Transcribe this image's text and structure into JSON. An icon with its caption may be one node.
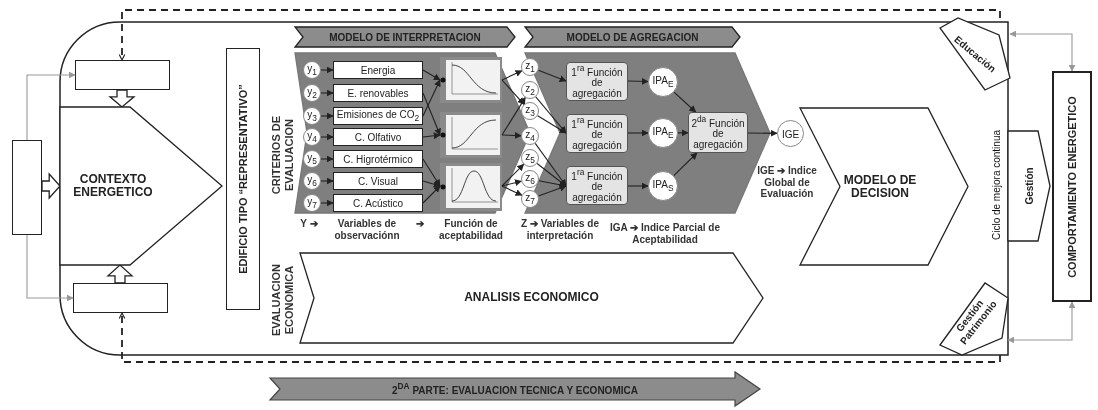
{
  "diagram": {
    "nodes": [
      {
        "text": [],
        "shape": "box"
      },
      {
        "text": [],
        "shape": "box"
      },
      {
        "text": [],
        "shape": "box",
        "in": 0
      },
      {
        "text": [],
        "shape": "box",
        "in": 0
      },
      {
        "text": [
          "CONTEXTO ENERGETICO"
        ],
        "in": 0
      },
      {
        "text": [
          "EDIFICIO TIPO “REPRESENTATIVO”"
        ],
        "in": 0
      },
      {
        "text": [
          "MODELO DE INTERPRETACION"
        ],
        "in": 0
      },
      {
        "text": [
          "MODELO DE AGREGACION"
        ],
        "in": 0
      },
      {
        "text": [],
        "shape": "chevron",
        "in": 0
      },
      {
        "text": [
          "y$_{1}$"
        ],
        "in": 8
      },
      {
        "text": [
          "y$_{2}$"
        ],
        "in": 8
      },
      {
        "text": [
          "y$_{3}$"
        ],
        "in": 8
      },
      {
        "text": [
          "y$_{4}$"
        ],
        "in": 8
      },
      {
        "text": [
          "y$_{5}$"
        ],
        "in": 8
      },
      {
        "text": [
          "y$_{6}$"
        ],
        "in": 8
      },
      {
        "text": [
          "y$_{7}$"
        ],
        "in": 8
      },
      {
        "text": [
          "Energia"
        ],
        "in": 8
      },
      {
        "text": [
          "E. renovables"
        ],
        "in": 8
      },
      {
        "text": [
          "Emisiones de CO$_{2}$"
        ],
        "in": 8
      },
      {
        "text": [
          "C. Olfativo"
        ],
        "in": 8
      },
      {
        "text": [
          "C. Higrotérmico"
        ],
        "in": 8
      },
      {
        "text": [
          "C. Visual"
        ],
        "in": 8
      },
      {
        "text": [
          "C. Acústico"
        ],
        "in": 8
      },
      {
        "text": [],
        "shape": "picture",
        "in": 8
      },
      {
        "text": [],
        "shape": "picture",
        "in": 8
      },
      {
        "text": [],
        "shape": "picture",
        "in": 8
      },
      {
        "text": [],
        "shape": "chevron",
        "in": 0
      },
      {
        "text": [
          "z$_{1}$"
        ],
        "in": 0
      },
      {
        "text": [
          "z$_{2}$"
        ],
        "in": 0
      },
      {
        "text": [
          "z$_{3}$"
        ],
        "in": 0
      },
      {
        "text": [
          "z$_{4}$"
        ],
        "in": 0
      },
      {
        "text": [
          "z$_{5}$"
        ],
        "in": 0
      },
      {
        "text": [
          "z$_{6}$"
        ],
        "in": 0
      },
      {
        "text": [
          "z$_{7}$"
        ],
        "in": 0
      },
      {
        "text": [
          "1$^{ra}$ Función de agregación"
        ],
        "in": 26
      },
      {
        "text": [
          "1$^{ra}$ Función de agregación"
        ],
        "in": 26
      },
      {
        "text": [
          "1$^{ra}$ Función de agregación"
        ],
        "in": 26
      },
      {
        "text": [
          "IPA$_{E}$"
        ],
        "in": 26
      },
      {
        "text": [
          "IPA$_{E}$"
        ],
        "in": 26
      },
      {
        "text": [
          "IPA$_{S}$"
        ],
        "in": 26
      },
      {
        "text": [
          "2$^{da}$ Función de agregación"
        ],
        "in": 26
      },
      {
        "text": [
          "IGE"
        ],
        "in": 0
      },
      {
        "text": [
          "ANALISIS ECONOMICO"
        ],
        "in": 0
      },
      {
        "text": [
          "MODELO DE DECISION"
        ],
        "in": 0
      },
      {
        "text": [
          "Educación"
        ],
        "in": 0
      },
      {
        "text": [
          "Gestión Patrimonio"
        ],
        "in": 0
      },
      {
        "text": [
          "Gestión"
        ]
      },
      {
        "text": [
          "COMPORTAMIENTO ENERGETICO"
        ]
      },
      {
        "text": [
          "2$^{DA}$ PARTE: EVALUACION TECNICA Y ECONOMICA"
        ]
      }
    ],
    "edges": [
      {
        "from": 1,
        "to": 2,
        "arrow": "to",
        "color": "#999999"
      },
      {
        "from": 1,
        "to": 3,
        "arrow": "to",
        "color": "#999999"
      },
      {
        "from": 1,
        "to": 4,
        "arrow": "to",
        "style": "thick"
      },
      {
        "from": 2,
        "to": 4,
        "arrow": "to",
        "style": "thick"
      },
      {
        "from": 3,
        "to": 4,
        "arrow": "to",
        "style": "thick"
      },
      {
        "from": 44,
        "to": 2,
        "arrow": "to",
        "style": "dashed"
      },
      {
        "from": 45,
        "to": 3,
        "arrow": "to",
        "style": "dashed"
      },
      {
        "from": 9,
        "to": 16,
        "arrow": "to"
      },
      {
        "from": 10,
        "to": 17,
        "arrow": "to"
      },
      {
        "from": 11,
        "to": 18,
        "arrow": "to"
      },
      {
        "from": 12,
        "to": 19,
        "arrow": "to"
      },
      {
        "from": 13,
        "to": 20,
        "arrow": "to"
      },
      {
        "from": 14,
        "to": 21,
        "arrow": "to"
      },
      {
        "from": 15,
        "to": 22,
        "arrow": "to"
      },
      {
        "from": 16,
        "to": 23,
        "arrow": "to"
      },
      {
        "from": 17,
        "to": 24,
        "arrow": "to"
      },
      {
        "from": 18,
        "to": 23,
        "arrow": "to"
      },
      {
        "from": 19,
        "to": 24,
        "arrow": "to"
      },
      {
        "from": 20,
        "to": 25,
        "arrow": "to"
      },
      {
        "from": 21,
        "to": 25,
        "arrow": "to"
      },
      {
        "from": 22,
        "to": 25,
        "arrow": "to"
      },
      {
        "from": 23,
        "to": 27,
        "arrow": "to"
      },
      {
        "from": 23,
        "to": 29,
        "arrow": "to"
      },
      {
        "from": 24,
        "to": 28,
        "arrow": "to"
      },
      {
        "from": 24,
        "to": 30,
        "arrow": "to"
      },
      {
        "from": 25,
        "to": 31,
        "arrow": "to"
      },
      {
        "from": 25,
        "to": 32,
        "arrow": "to"
      },
      {
        "from": 25,
        "to": 33,
        "arrow": "to"
      },
      {
        "from": 27,
        "to": 34,
        "arrow": "to"
      },
      {
        "from": 28,
        "to": 35,
        "arrow": "to"
      },
      {
        "from": 29,
        "to": 35,
        "arrow": "to"
      },
      {
        "from": 30,
        "to": 36,
        "arrow": "to"
      },
      {
        "from": 31,
        "to": 36,
        "arrow": "to"
      },
      {
        "from": 32,
        "to": 36,
        "arrow": "to"
      },
      {
        "from": 33,
        "to": 36,
        "arrow": "to"
      },
      {
        "from": 34,
        "to": 37,
        "arrow": "to"
      },
      {
        "from": 35,
        "to": 38,
        "arrow": "to"
      },
      {
        "from": 36,
        "to": 39,
        "arrow": "to"
      },
      {
        "from": 37,
        "to": 40,
        "arrow": "to"
      },
      {
        "from": 38,
        "to": 40,
        "arrow": "to"
      },
      {
        "from": 39,
        "to": 40,
        "arrow": "to"
      },
      {
        "from": 40,
        "to": 41,
        "arrow": "to"
      },
      {
        "from": 44,
        "to": 47,
        "arrow": "both",
        "color": "#999999"
      },
      {
        "from": 45,
        "to": 47,
        "arrow": "both",
        "color": "#999999"
      }
    ],
    "labels": [
      "CRITERIOS DE EVALUACION",
      "EVALUACION ECONOMICA",
      "Y ➔",
      "Variables de observaciónn",
      "➔",
      "Función de aceptabilidad",
      "Z ➔ Variables de interpretación",
      "IGA ➔ Indice Parcial de Aceptabilidad",
      "IGE ➔ Indice Global de Evaluación",
      "Ciclo de mejora continua"
    ]
  }
}
